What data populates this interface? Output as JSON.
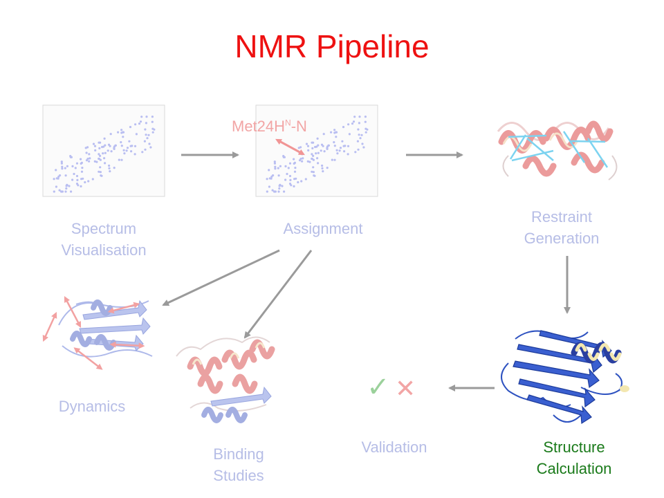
{
  "title": "NMR Pipeline",
  "stages": {
    "spectrum": "Spectrum\nVisualisation",
    "assignment": "Assignment",
    "restraint": "Restraint\nGeneration",
    "structure": "Structure\nCalculation",
    "validation": "Validation",
    "dynamics": "Dynamics",
    "binding": "Binding\nStudies"
  },
  "assignment_tag": {
    "prefix": "Met24H",
    "sup": "N",
    "suffix": "-N"
  },
  "validation_marks": {
    "check": "✓",
    "cross": "✕"
  },
  "colors": {
    "title": "#ee1111",
    "stage_faded": "#b6bde6",
    "stage_active": "#1a7a1a",
    "arrow": "#9a9a9a",
    "helix_red": "#e88080",
    "strand_blue": "#3355cc",
    "restraint_cyan": "#66ccee"
  }
}
